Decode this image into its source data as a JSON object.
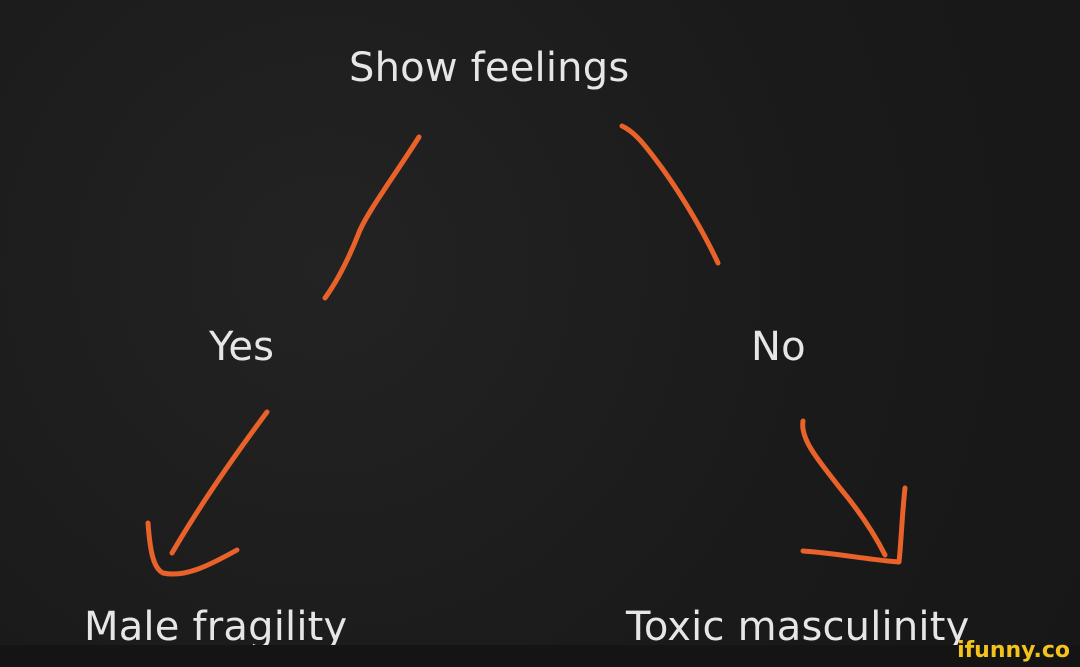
{
  "colors": {
    "background": "#1b1b1b",
    "text": "#e6e6e6",
    "arrow": "#e8622a",
    "watermark": "#f3c21b"
  },
  "diagram": {
    "root": "Show feelings",
    "left_branch": "Yes",
    "right_branch": "No",
    "left_outcome": "Male fragility",
    "right_outcome": "Toxic masculinity"
  },
  "watermark": "ifunny.co"
}
